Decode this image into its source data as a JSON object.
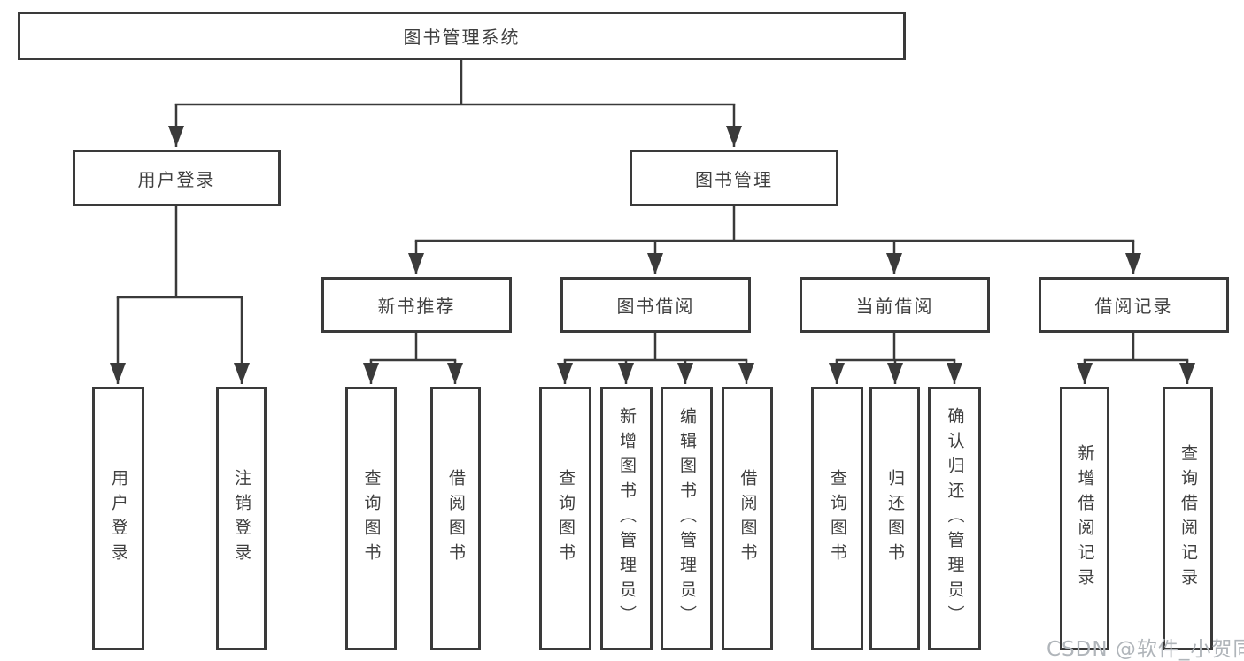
{
  "diagram": {
    "title_node": {
      "label": "图书管理系统"
    },
    "level2": [
      {
        "label": "用户登录"
      },
      {
        "label": "图书管理"
      }
    ],
    "level3": [
      {
        "label": "新书推荐"
      },
      {
        "label": "图书借阅"
      },
      {
        "label": "当前借阅"
      },
      {
        "label": "借阅记录"
      }
    ],
    "level4_groups": [
      {
        "parent": "用户登录",
        "items": [
          "用户登录",
          "注销登录"
        ]
      },
      {
        "parent": "新书推荐",
        "items": [
          "查询图书",
          "借阅图书"
        ]
      },
      {
        "parent": "图书借阅",
        "items": [
          "查询图书",
          "新增图书（管理员）",
          "编辑图书（管理员）",
          "借阅图书"
        ]
      },
      {
        "parent": "当前借阅",
        "items": [
          "查询图书",
          "归还图书",
          "确认归还（管理员）"
        ]
      },
      {
        "parent": "借阅记录",
        "items": [
          "新增借阅记录",
          "查询借阅记录"
        ]
      }
    ],
    "watermark": "CSDN @软件_小贺同学",
    "colors": {
      "line": "#3a3a3a",
      "text": "#3f3f3f",
      "watermark": "#b0b5ba",
      "background": "#ffffff"
    }
  }
}
